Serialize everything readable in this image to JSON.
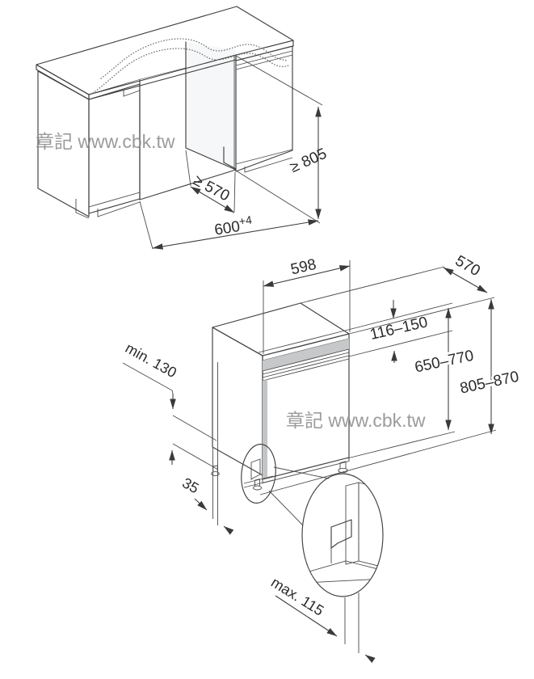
{
  "watermark": {
    "text": "章記 www.cbk.tw"
  },
  "colors": {
    "line": "#3f3f3f",
    "counter_top": "#d9dbdd",
    "cabinet_side": "#f2f3f4",
    "door_front": "#e2e4e6",
    "control_panel": "#c6c8ca",
    "appliance_top": "#e9ebec",
    "watermark_gray": "#8a8a8a"
  },
  "top_diagram": {
    "niche_depth": "≥ 570",
    "niche_width": "600",
    "niche_width_sup": "+4",
    "niche_height": "≥ 805"
  },
  "bottom_diagram": {
    "appliance_width": "598",
    "appliance_depth": "570",
    "control_panel_height": "116–150",
    "door_front_height": "650–770",
    "appliance_height": "805–870",
    "plinth_clearance_min": "min. 130",
    "front_offset": "35",
    "plinth_recess_max": "max. 115"
  }
}
